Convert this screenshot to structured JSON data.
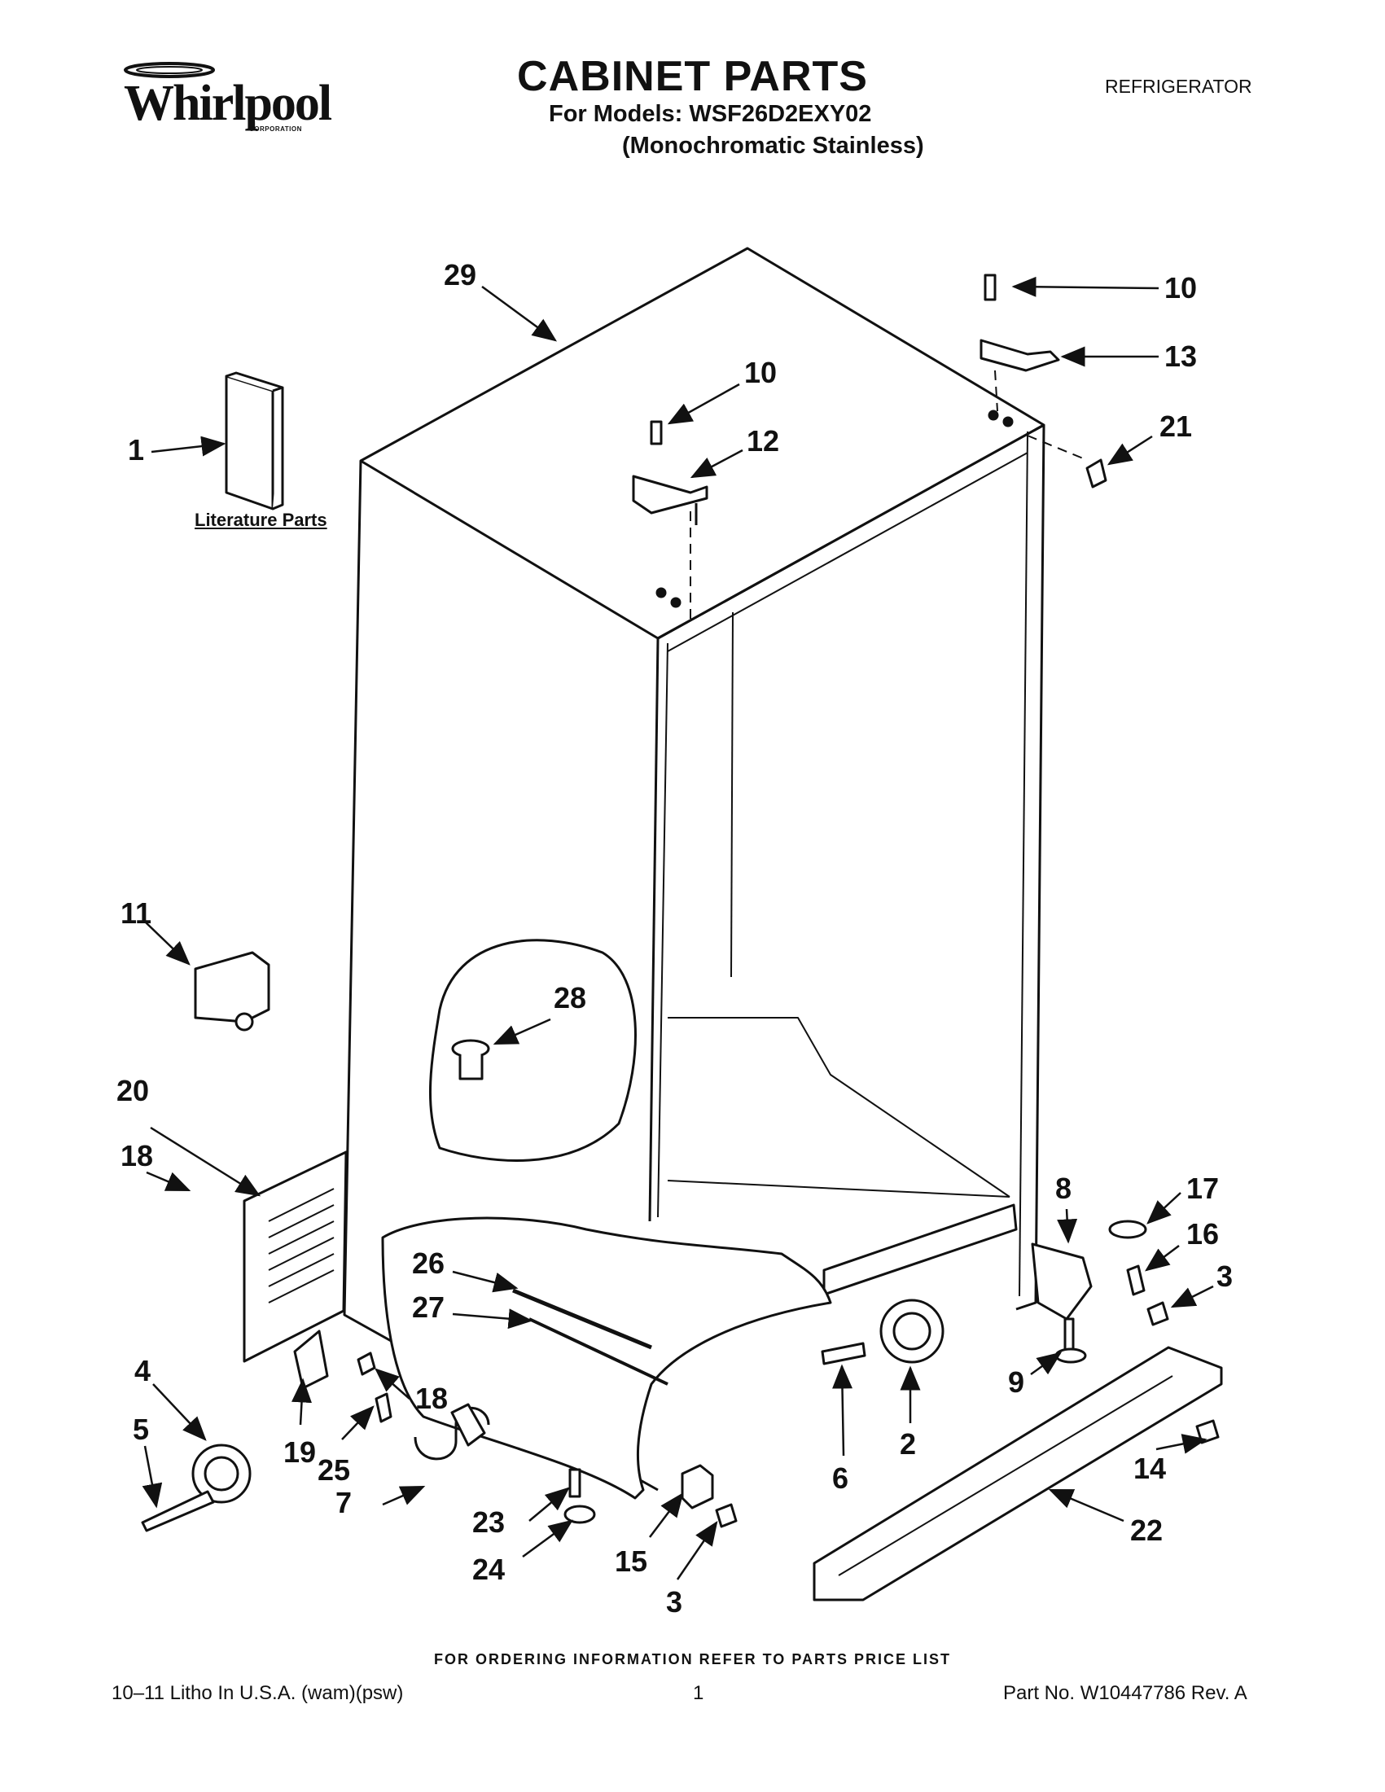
{
  "header": {
    "brand": "Whirlpool",
    "brand_sub": "CORPORATION",
    "title": "CABINET PARTS",
    "models_line": "For Models: WSF26D2EXY02",
    "variant_line": "(Monochromatic Stainless)",
    "category": "REFRIGERATOR"
  },
  "literature_label": "Literature Parts",
  "callouts": [
    {
      "id": "c29",
      "label": "29"
    },
    {
      "id": "c10a",
      "label": "10"
    },
    {
      "id": "c13",
      "label": "13"
    },
    {
      "id": "c10b",
      "label": "10"
    },
    {
      "id": "c12",
      "label": "12"
    },
    {
      "id": "c21",
      "label": "21"
    },
    {
      "id": "c1",
      "label": "1"
    },
    {
      "id": "c11",
      "label": "11"
    },
    {
      "id": "c28",
      "label": "28"
    },
    {
      "id": "c20",
      "label": "20"
    },
    {
      "id": "c18a",
      "label": "18"
    },
    {
      "id": "c26",
      "label": "26"
    },
    {
      "id": "c27",
      "label": "27"
    },
    {
      "id": "c8",
      "label": "8"
    },
    {
      "id": "c17",
      "label": "17"
    },
    {
      "id": "c16",
      "label": "16"
    },
    {
      "id": "c3a",
      "label": "3"
    },
    {
      "id": "c4",
      "label": "4"
    },
    {
      "id": "c5",
      "label": "5"
    },
    {
      "id": "c19",
      "label": "19"
    },
    {
      "id": "c18b",
      "label": "18"
    },
    {
      "id": "c25",
      "label": "25"
    },
    {
      "id": "c7",
      "label": "7"
    },
    {
      "id": "c23",
      "label": "23"
    },
    {
      "id": "c24",
      "label": "24"
    },
    {
      "id": "c15",
      "label": "15"
    },
    {
      "id": "c3b",
      "label": "3"
    },
    {
      "id": "c6",
      "label": "6"
    },
    {
      "id": "c2",
      "label": "2"
    },
    {
      "id": "c9",
      "label": "9"
    },
    {
      "id": "c14",
      "label": "14"
    },
    {
      "id": "c22",
      "label": "22"
    }
  ],
  "footer": {
    "ordering": "FOR ORDERING INFORMATION REFER TO PARTS PRICE LIST",
    "litho": "10–11 Litho In U.S.A. (wam)(psw)",
    "page": "1",
    "part_no": "Part No. W10447786 Rev. A"
  }
}
